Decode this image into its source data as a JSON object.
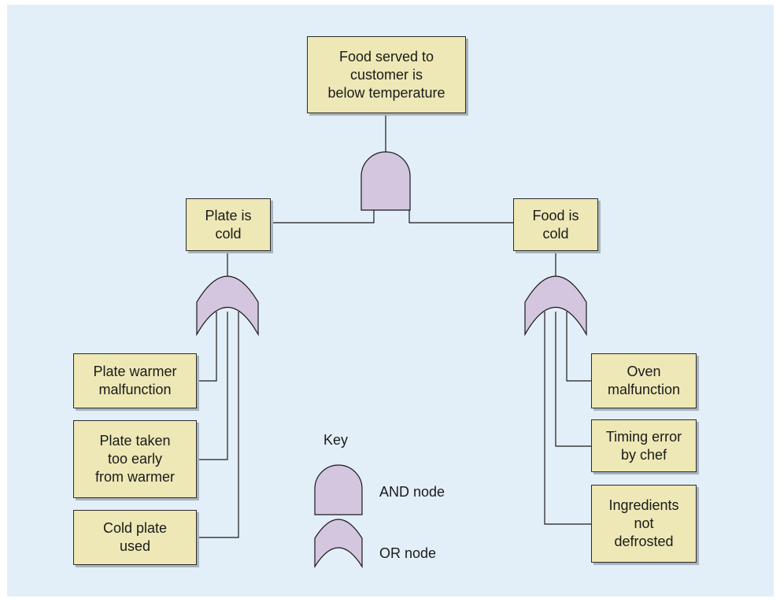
{
  "diagram": {
    "top_event": "Food served to\ncustomer is\nbelow temperature",
    "left_branch": {
      "label": "Plate is\ncold",
      "causes": [
        "Plate warmer\nmalfunction",
        "Plate taken\ntoo early\nfrom warmer",
        "Cold plate\nused"
      ]
    },
    "right_branch": {
      "label": "Food is\ncold",
      "causes": [
        "Oven\nmalfunction",
        "Timing error\nby chef",
        "Ingredients\nnot\ndefrosted"
      ]
    }
  },
  "key": {
    "title": "Key",
    "and_label": "AND node",
    "or_label": "OR node"
  },
  "colors": {
    "background": "#e3eff8",
    "box_fill": "#ede8b6",
    "gate_fill": "#d4c6df",
    "line": "#1a1a1a"
  }
}
